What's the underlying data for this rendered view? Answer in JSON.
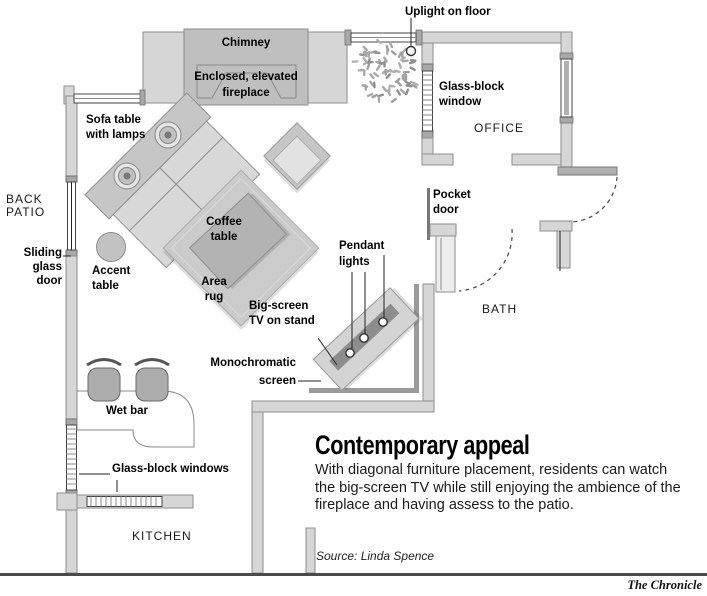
{
  "labels": {
    "uplight": "Uplight on floor",
    "chimney": "Chimney",
    "fireplace": "Enclosed, elevated\nfireplace",
    "glass_block_window": "Glass-block\nwindow",
    "office": "OFFICE",
    "sofa_table": "Sofa table\nwith lamps",
    "back_patio": "BACK\nPATIO",
    "sliding_door": "Sliding\nglass\ndoor",
    "accent_table": "Accent\ntable",
    "coffee_table": "Coffee\ntable",
    "area_rug": "Area\nrug",
    "pocket_door": "Pocket\ndoor",
    "pendant_lights": "Pendant\nlights",
    "big_screen_tv": "Big-screen\nTV on stand",
    "bath": "BATH",
    "mono_screen": "Monochromatic\nscreen",
    "wet_bar": "Wet bar",
    "glass_block_windows": "Glass-block windows",
    "kitchen": "KITCHEN"
  },
  "footer": {
    "headline": "Contemporary appeal",
    "caption": "With diagonal furniture placement, residents can watch\nthe big-screen TV while still enjoying the ambience of the\nfireplace and having assess to the patio.",
    "source": "Source: Linda Spence",
    "credit": "The Chronicle"
  },
  "colors": {
    "wall": "#d6d6d6",
    "wall_stroke": "#8e8e8e",
    "dark_wall": "#b0b0b0",
    "chimney": "#bfbfbf",
    "rule": "#4a4a4a"
  }
}
